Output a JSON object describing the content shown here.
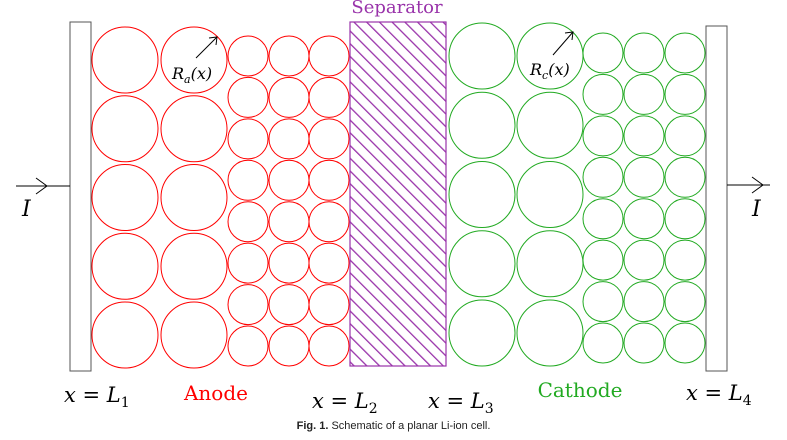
{
  "labels": {
    "separator": "Separator",
    "anode": "Anode",
    "cathode": "Cathode",
    "current_left": "I",
    "current_right": "I",
    "radius_anode_main": "R",
    "radius_anode_sub": "a",
    "radius_anode_arg": "(x)",
    "radius_cathode_main": "R",
    "radius_cathode_sub": "c",
    "radius_cathode_arg": "(x)",
    "l1_lhs": "x = L",
    "l1_sub": "1",
    "l2_lhs": "x = L",
    "l2_sub": "2",
    "l3_lhs": "x = L",
    "l3_sub": "3",
    "l4_lhs": "x = L",
    "l4_sub": "4"
  },
  "caption": {
    "fig_label": "Fig. 1.",
    "text": "Schematic of a planar Li-ion cell."
  },
  "colors": {
    "anode": "#ff0000",
    "cathode": "#22aa22",
    "separator": "#9933aa",
    "collector": "#555555",
    "text": "#000000"
  }
}
